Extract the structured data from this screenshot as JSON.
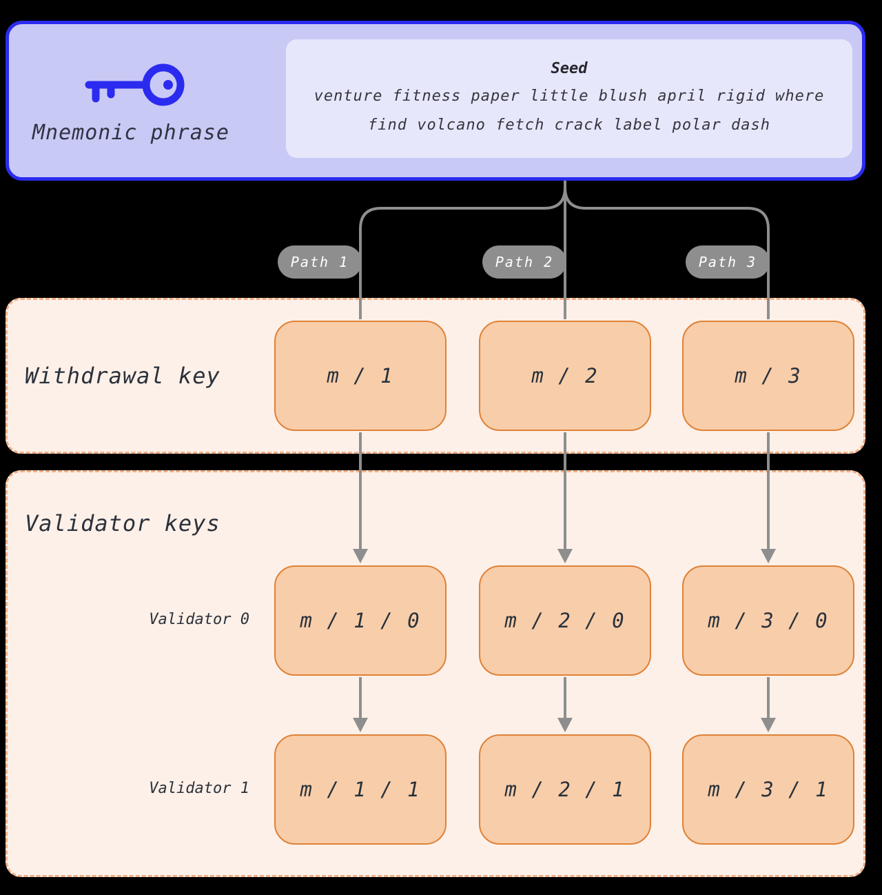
{
  "mnemonic": {
    "label": "Mnemonic phrase",
    "seed": {
      "title": "Seed",
      "line1": "venture fitness paper little blush april rigid where",
      "line2": "find volcano fetch crack label polar dash"
    }
  },
  "paths": [
    "Path 1",
    "Path 2",
    "Path 3"
  ],
  "withdrawal": {
    "label": "Withdrawal key",
    "keys": [
      "m / 1",
      "m / 2",
      "m / 3"
    ]
  },
  "validators": {
    "label": "Validator keys",
    "row_labels": [
      "Validator 0",
      "Validator 1"
    ],
    "rows": [
      [
        "m / 1 / 0",
        "m / 2 / 0",
        "m / 3 / 0"
      ],
      [
        "m / 1 / 1",
        "m / 2 / 1",
        "m / 3 / 1"
      ]
    ]
  },
  "colors": {
    "background": "#000000",
    "mnemonic_fill": "#c9c9f6",
    "mnemonic_border": "#2b2bf0",
    "seed_fill": "#e7e7fc",
    "key_icon": "#2b2bf0",
    "path_pill": "#8e8e8e",
    "connector": "#8e8e8e",
    "section_fill": "#fdf0e8",
    "section_border": "#efae85",
    "key_box_fill": "#f8cda9",
    "key_box_border": "#df8136",
    "text_dark": "#2b313b"
  }
}
